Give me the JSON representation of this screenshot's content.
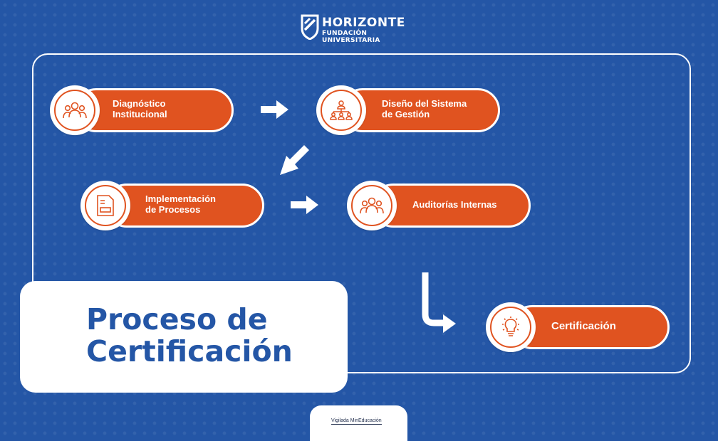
{
  "brand": {
    "name": "HORIZONTE",
    "subtitle": "FUNDACIÓN UNIVERSITARIA"
  },
  "title": "Proceso de\nCertificación",
  "steps": [
    {
      "label": "Diagnóstico\nInstitucional",
      "icon": "people-group-icon"
    },
    {
      "label": "Diseño del Sistema\nde Gestión",
      "icon": "org-chart-icon"
    },
    {
      "label": "Implementación\nde Procesos",
      "icon": "document-icon"
    },
    {
      "label": "Auditorías Internas",
      "icon": "people-group-icon"
    },
    {
      "label": "Certificación",
      "icon": "lightbulb-icon"
    }
  ],
  "footer": {
    "text": "Vigilada MinEducación"
  },
  "colors": {
    "background": "#2456a6",
    "accent": "#e05320",
    "card": "#ffffff"
  }
}
